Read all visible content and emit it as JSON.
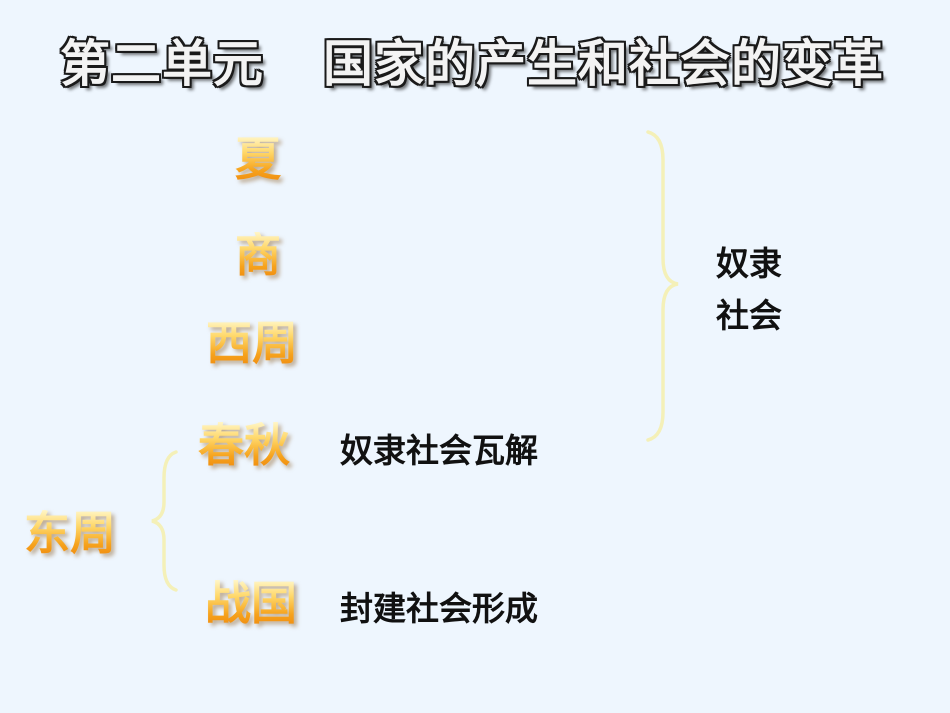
{
  "title": {
    "unit": "第二单元",
    "topic": "国家的产生和社会的变革"
  },
  "eras": {
    "xia": "夏",
    "shang": "商",
    "xizhou": "西周",
    "chunqiu": "春秋",
    "dongzhou": "东周",
    "zhanguo": "战国"
  },
  "labels": {
    "slave_society_line1": "奴隶",
    "slave_society_line2": "社会",
    "slave_collapse": "奴隶社会瓦解",
    "feudal_formed": "封建社会形成"
  },
  "colors": {
    "background": "#eef6fe",
    "era_gradient_top": "#fff6c9",
    "era_gradient_bottom": "#f08d10",
    "brace": "#f4f0b8",
    "text": "#111111"
  }
}
